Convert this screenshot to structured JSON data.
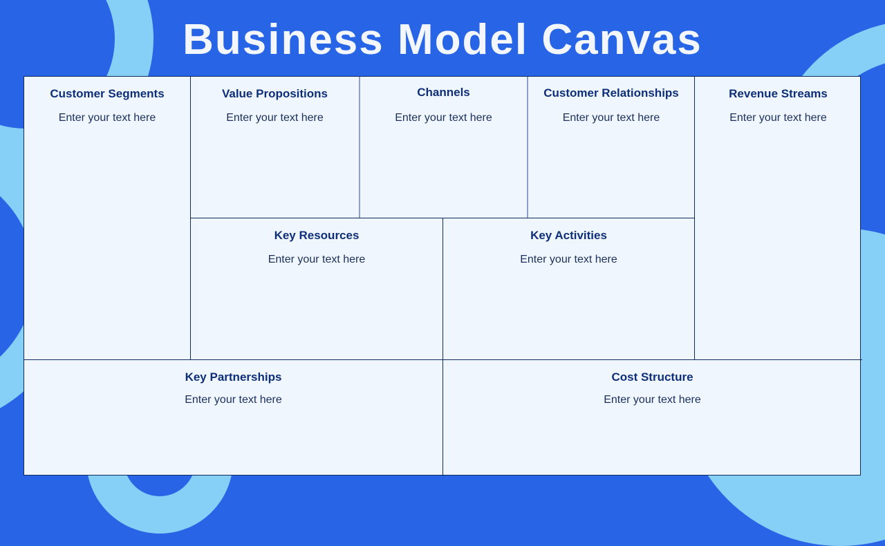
{
  "title": "Business Model Canvas",
  "colors": {
    "background": "#2864e6",
    "ring": "#86cff7",
    "canvas": "#f0f6fd",
    "heading": "#0e2f78",
    "body_text": "#1b2f5e",
    "border": "#0e2a5c"
  },
  "sections": {
    "customer_segments": {
      "title": "Customer Segments",
      "body": "Enter your text here"
    },
    "value_propositions": {
      "title": "Value Propositions",
      "body": "Enter your text here"
    },
    "channels": {
      "title": "Channels",
      "body": "Enter your text here"
    },
    "customer_relationships": {
      "title": "Customer Relationships",
      "body": "Enter your text here"
    },
    "revenue_streams": {
      "title": "Revenue Streams",
      "body": "Enter your text here"
    },
    "key_resources": {
      "title": "Key Resources",
      "body": "Enter your text here"
    },
    "key_activities": {
      "title": "Key Activities",
      "body": "Enter your text here"
    },
    "key_partnerships": {
      "title": "Key Partnerships",
      "body": "Enter your text here"
    },
    "cost_structure": {
      "title": "Cost Structure",
      "body": "Enter your text here"
    }
  }
}
